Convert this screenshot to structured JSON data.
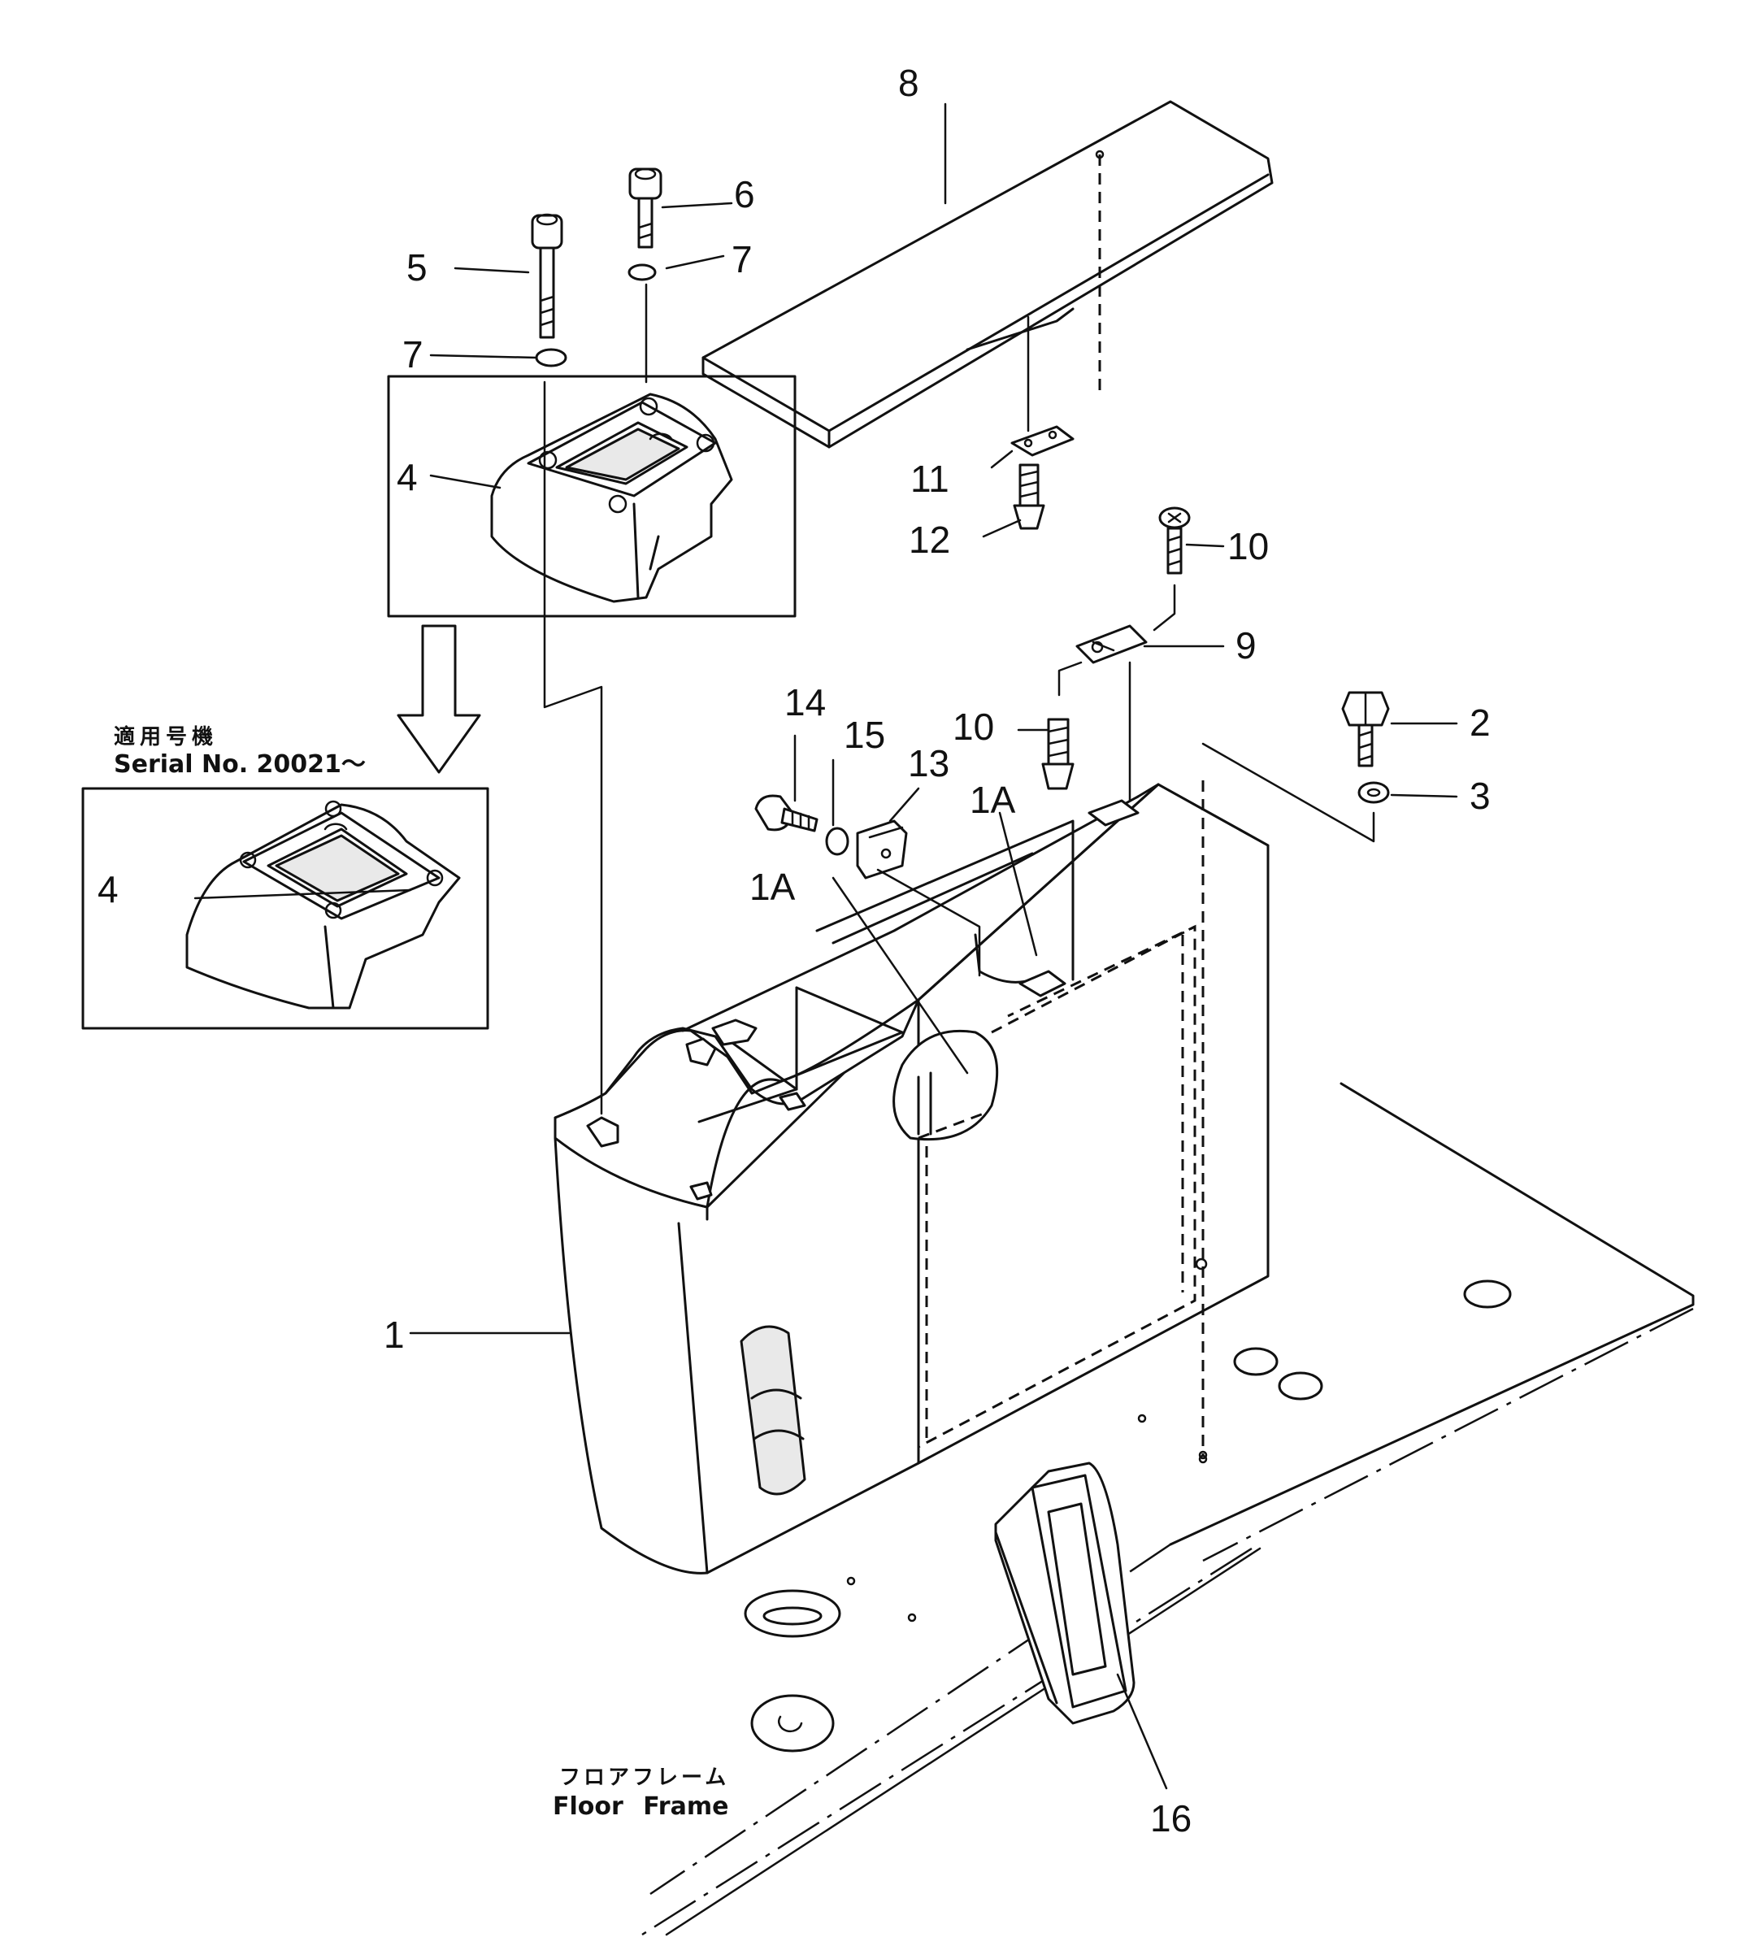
{
  "callouts": {
    "c1": "1",
    "c1a_right": "1A",
    "c1a_left": "1A",
    "c2": "2",
    "c3": "3",
    "c4_top": "4",
    "c4_inset": "4",
    "c5": "5",
    "c6": "6",
    "c7_upper": "7",
    "c7_lower": "7",
    "c8": "8",
    "c9": "9",
    "c10_upper": "10",
    "c10_lower": "10",
    "c11": "11",
    "c12": "12",
    "c13": "13",
    "c14": "14",
    "c15": "15",
    "c16": "16"
  },
  "serial_note": {
    "jp": "適用号機",
    "en": "Serial No. 20021～"
  },
  "floor_frame": {
    "jp": "フロアフレーム",
    "en": "Floor Frame"
  }
}
